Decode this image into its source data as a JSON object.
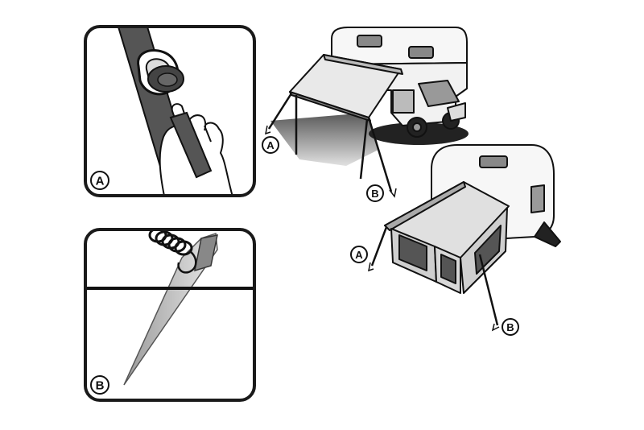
{
  "labels": {
    "strap_panel": "A",
    "peg_panel": "B",
    "motorhome_front": "A",
    "motorhome_rear": "B",
    "caravan_front": "A",
    "caravan_rear": "B"
  },
  "colors": {
    "ink": "#111111",
    "panel_border": "#1a1a1a",
    "canvas_light": "#e9e9e9",
    "canvas_mid": "#cfcfcf",
    "canvas_dark": "#555555",
    "vehicle_white": "#f7f7f7",
    "shadow": "#2a2a2a"
  },
  "icons": {
    "strap_buckle": "strap-buckle-icon",
    "hand": "hand-icon",
    "ground_peg": "ground-peg-icon",
    "spring": "spring-icon",
    "motorhome": "motorhome-icon",
    "awning": "awning-icon",
    "caravan": "caravan-icon",
    "porch_tent": "porch-tent-icon"
  }
}
